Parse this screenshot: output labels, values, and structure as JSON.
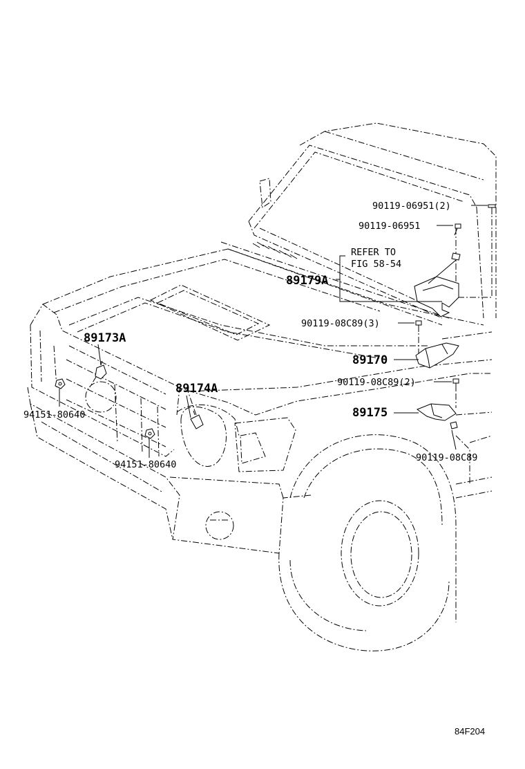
{
  "figure_code": "84F204",
  "callouts": {
    "p90119_06951_2": "90119-06951(2)",
    "p90119_06951": "90119-06951",
    "refer_line1": "REFER TO",
    "refer_line2": "FIG 58-54",
    "p89179A": "89179A",
    "p90119_08C89_3": "90119-08C89(3)",
    "p89170": "89170",
    "p90119_08C89_2": "90119-08C89(2)",
    "p89175": "89175",
    "p90119_08C89": "90119-08C89",
    "p89173A": "89173A",
    "p89174A": "89174A",
    "p94151_80640_left": "94151-80640",
    "p94151_80640_bottom": "94151-80640"
  },
  "parts": [
    {
      "name": "bolt-top-right-icon",
      "kind": "bolt"
    },
    {
      "name": "bolt-upper-icon",
      "kind": "bolt"
    },
    {
      "name": "bracket-89179a-icon",
      "kind": "bracket"
    },
    {
      "name": "bolt-89170-icon",
      "kind": "bolt"
    },
    {
      "name": "sensor-89170-icon",
      "kind": "sensor"
    },
    {
      "name": "bolt-89175-icon",
      "kind": "bolt"
    },
    {
      "name": "sensor-89175-icon",
      "kind": "sensor"
    },
    {
      "name": "sensor-89173a-icon",
      "kind": "sensor"
    },
    {
      "name": "sensor-89174a-icon",
      "kind": "sensor"
    },
    {
      "name": "nut-left-icon",
      "kind": "nut"
    },
    {
      "name": "nut-bottom-icon",
      "kind": "nut"
    }
  ]
}
